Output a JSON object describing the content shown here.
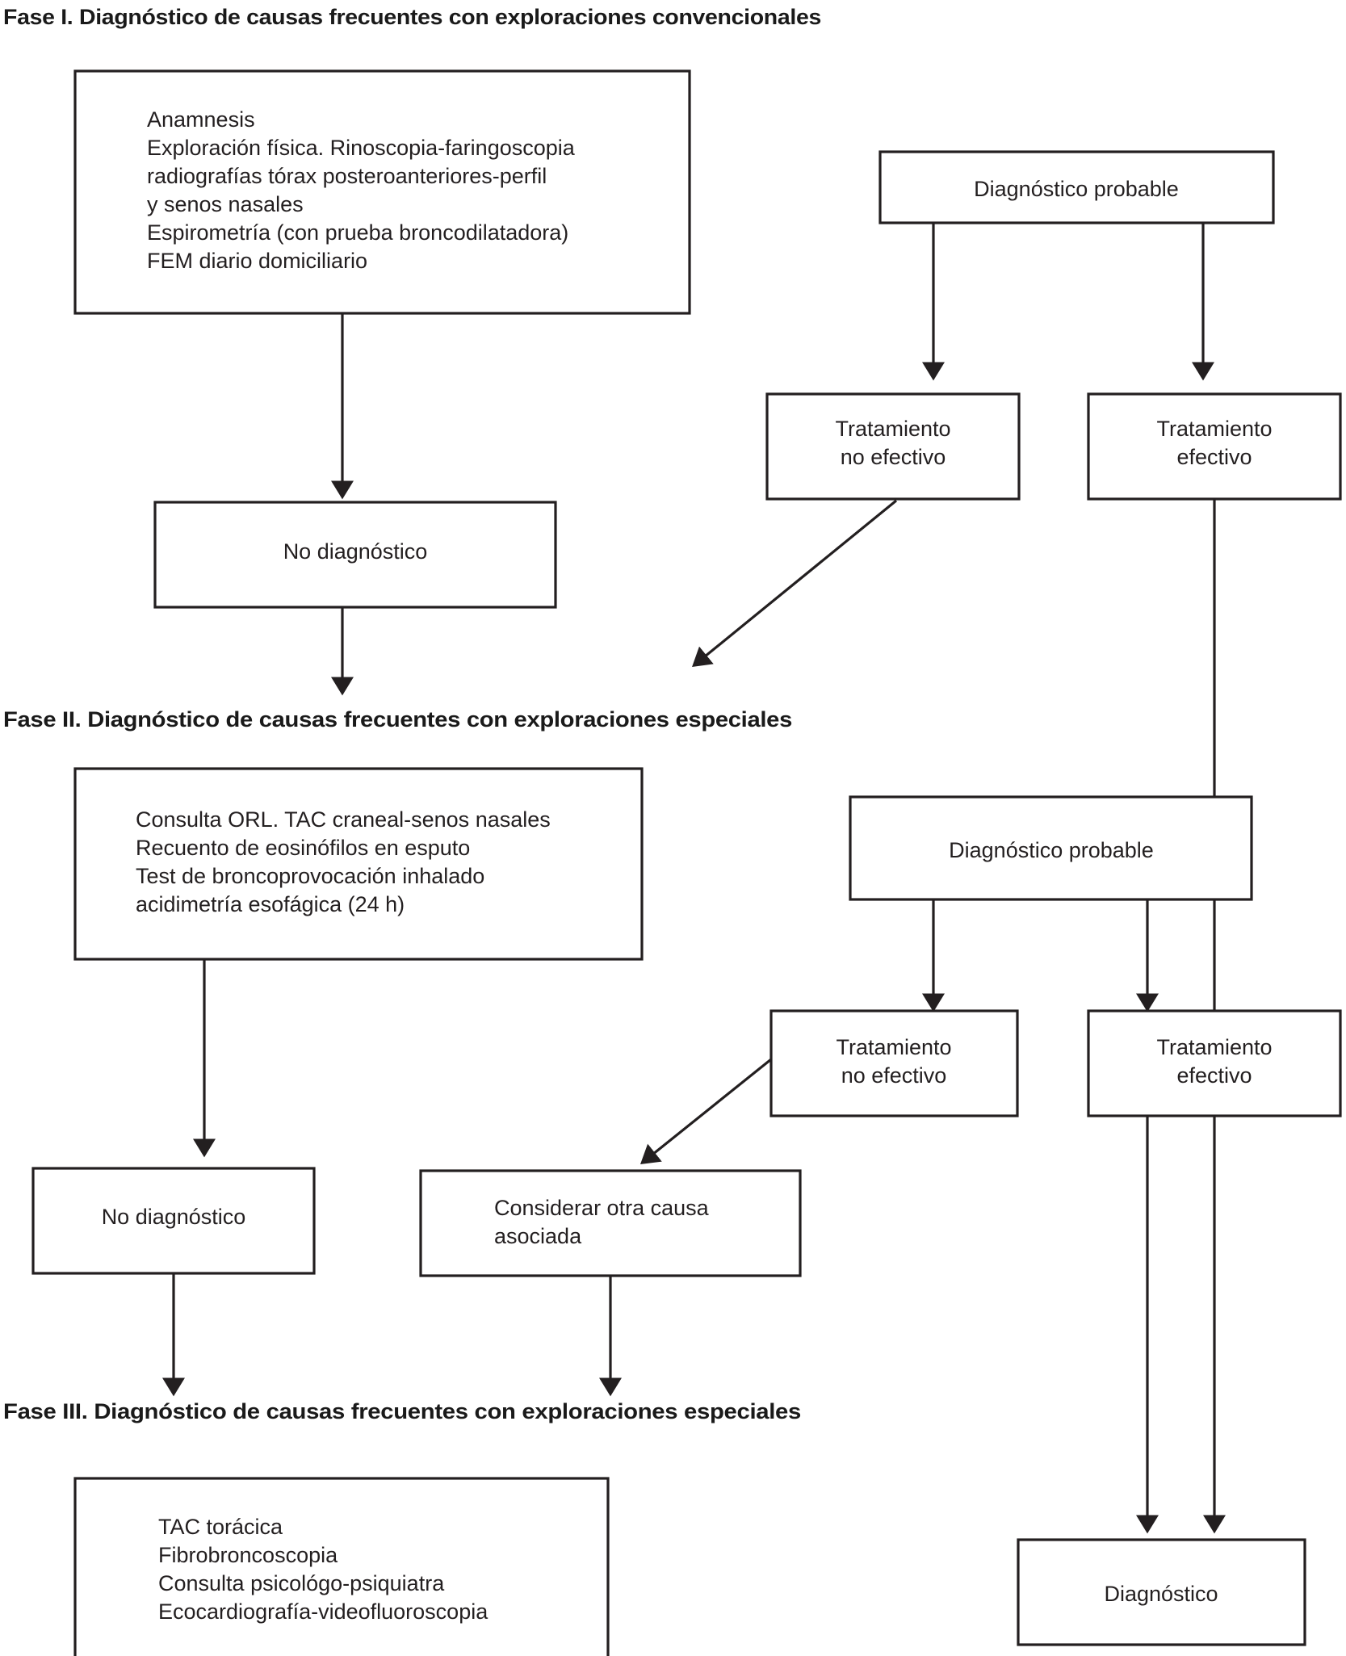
{
  "diagram": {
    "title_phase_1": "Fase I. Diagnóstico de causas frecuentes con exploraciones convencionales",
    "title_phase_2": "Fase II. Diagnóstico de causas frecuentes con exploraciones especiales",
    "title_phase_3": "Fase III. Diagnóstico de causas frecuentes con exploraciones especiales",
    "colors": {
      "stroke": "#231f20",
      "text": "#231f20",
      "background": "#ffffff"
    },
    "nodes": {
      "phase1_tests": {
        "lines": [
          "Anamnesis",
          "Exploración física. Rinoscopia-faringoscopia",
          "radiografías tórax posteroanteriores-perfil",
          "y senos nasales",
          "Espirometría (con prueba broncodilatadora)",
          "FEM diario domiciliario"
        ]
      },
      "phase1_probable": {
        "label": "Diagnóstico probable"
      },
      "phase1_no_diag": {
        "label": "No diagnóstico"
      },
      "phase1_treat_ineffective": {
        "lines": [
          "Tratamiento",
          "no efectivo"
        ]
      },
      "phase1_treat_effective": {
        "lines": [
          "Tratamiento",
          "efectivo"
        ]
      },
      "phase2_tests": {
        "lines": [
          "Consulta ORL. TAC craneal-senos nasales",
          "Recuento de eosinófilos en esputo",
          "Test de broncoprovocación inhalado",
          "acidimetría esofágica (24 h)"
        ]
      },
      "phase2_probable": {
        "label": "Diagnóstico probable"
      },
      "phase2_treat_ineffective": {
        "lines": [
          "Tratamiento",
          "no efectivo"
        ]
      },
      "phase2_treat_effective": {
        "lines": [
          "Tratamiento",
          "efectivo"
        ]
      },
      "phase2_no_diag": {
        "label": "No diagnóstico"
      },
      "phase2_other_cause": {
        "lines": [
          "Considerar otra causa",
          "asociada"
        ]
      },
      "phase3_tests": {
        "lines": [
          "TAC torácica",
          "Fibrobroncoscopia",
          "Consulta psicológo-psiquiatra",
          "Ecocardiografía-videofluoroscopia"
        ]
      },
      "final_diagnosis": {
        "label": "Diagnóstico"
      }
    }
  }
}
